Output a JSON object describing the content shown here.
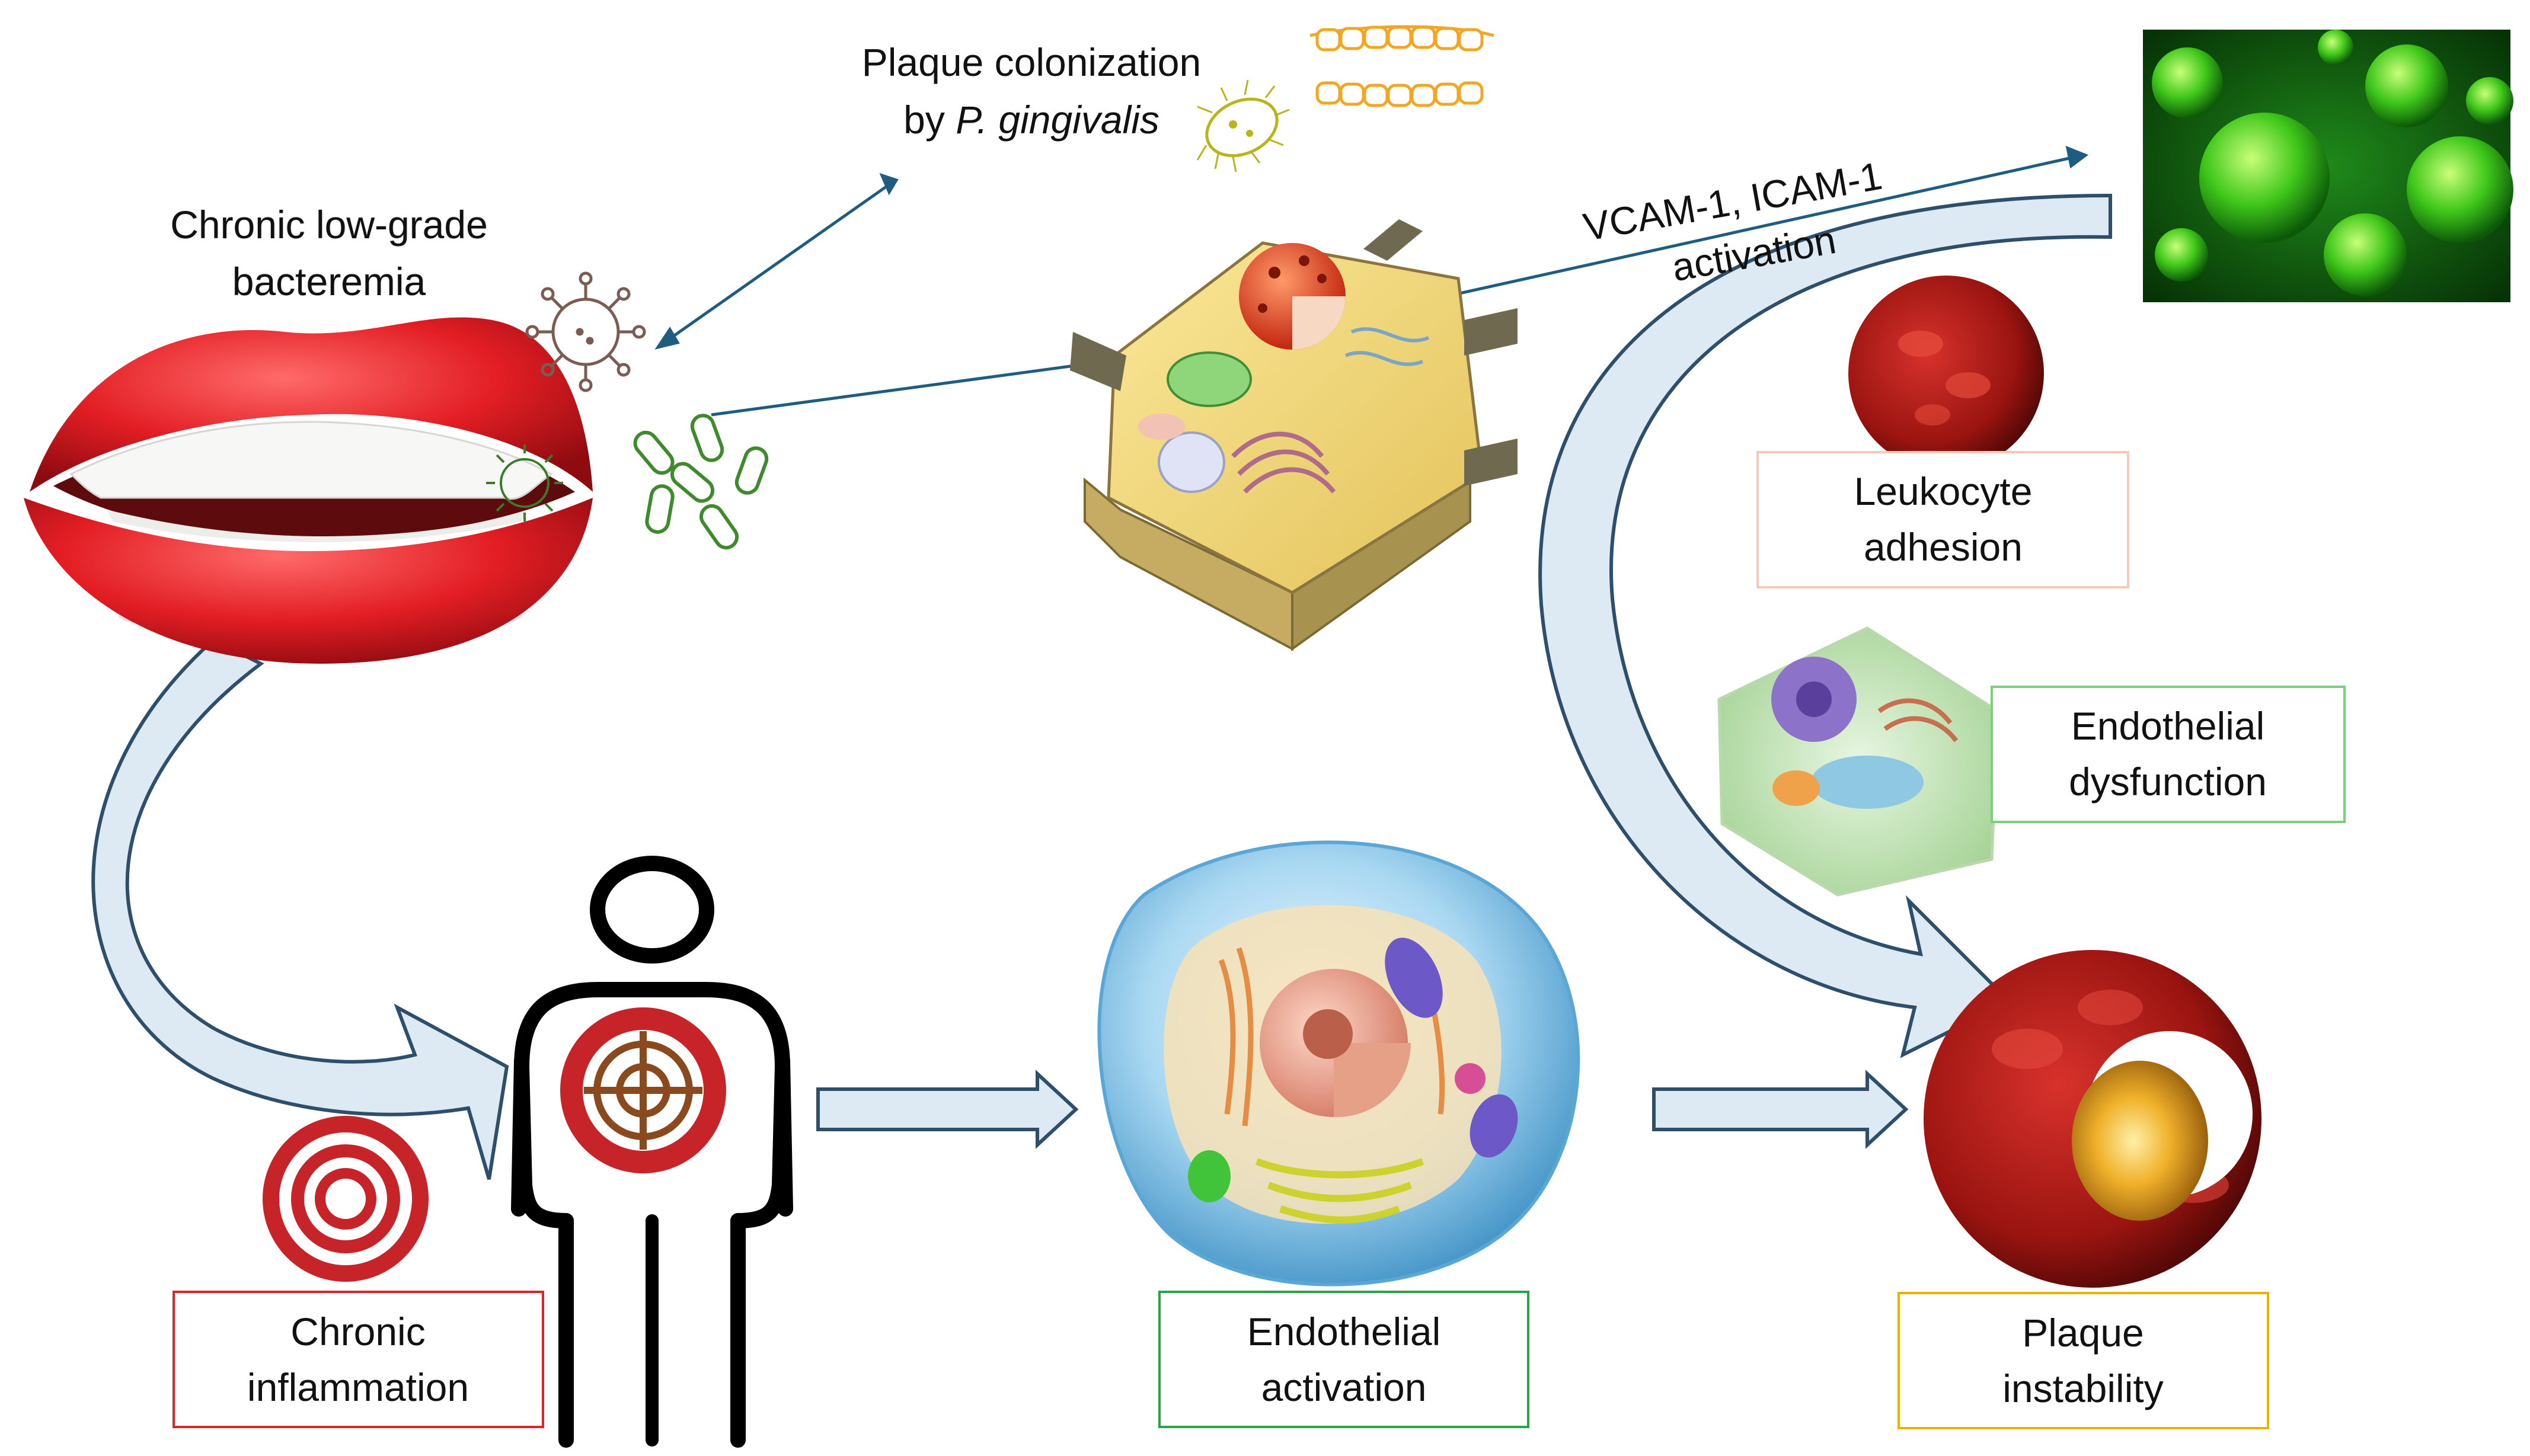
{
  "labels": {
    "bacteremia_line1": "Chronic low-grade",
    "bacteremia_line2": "bacteremia",
    "plaque_col_line1": "Plaque colonization",
    "plaque_col_line2_prefix": "by ",
    "plaque_col_line2_italic": "P. gingivalis",
    "vcam_line1": "VCAM-1, ICAM-1",
    "vcam_line2": "activation",
    "leukocyte_line1": "Leukocyte",
    "leukocyte_line2": "adhesion",
    "endo_dys_line1": "Endothelial",
    "endo_dys_line2": "dysfunction",
    "chronic_line1": "Chronic",
    "chronic_line2": "inflammation",
    "endo_act_line1": "Endothelial",
    "endo_act_line2": "activation",
    "plaque_inst_line1": "Plaque",
    "plaque_inst_line2": "instability"
  },
  "colors": {
    "chronic_box": "#d9262b",
    "endo_act_box": "#2aa24a",
    "plaque_box": "#e8b400",
    "endo_dys_box": "#7cd07c",
    "leukocyte_box": "#f6c9b8",
    "thin_arrow": "#1f5d80",
    "block_arrow_fill": "#dde9f3",
    "block_arrow_stroke": "#2d4f6b"
  }
}
